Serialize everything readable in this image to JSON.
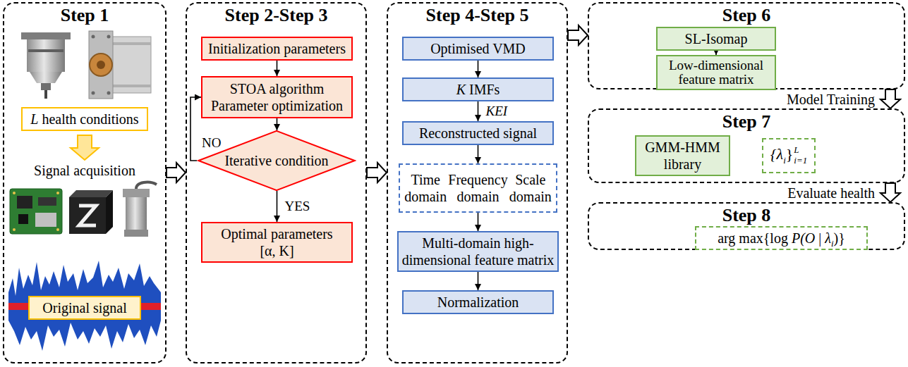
{
  "diagram": {
    "nodes": [
      {
        "text": [
          "Step 1"
        ]
      },
      {
        "text": [
          "L",
          "health conditions"
        ],
        "in": 0
      },
      {
        "text": [
          "Original signal"
        ],
        "in": 0
      },
      {
        "text": [
          "Step 2-Step 3"
        ]
      },
      {
        "text": [
          "Initialization parameters"
        ],
        "in": 3
      },
      {
        "text": [
          "STOA algorithm Parameter optimization"
        ],
        "in": 3
      },
      {
        "text": [
          "Iterative condition"
        ],
        "in": 3
      },
      {
        "text": [
          "Optimal parameters",
          "[α, K]"
        ],
        "in": 3
      },
      {
        "text": [
          "Step 4-Step 5"
        ]
      },
      {
        "text": [
          "Optimised VMD"
        ],
        "in": 8
      },
      {
        "text": [
          "K",
          "IMFs"
        ],
        "in": 8
      },
      {
        "text": [
          "Reconstructed signal"
        ],
        "in": 8
      },
      {
        "text": [
          "Time domain",
          "Frequency domain",
          "Scale domain"
        ],
        "in": 8
      },
      {
        "text": [
          "Multi-domain high-dimensional feature matrix"
        ],
        "in": 8
      },
      {
        "text": [
          "Normalization"
        ],
        "in": 8
      },
      {
        "text": [
          "Step 6"
        ]
      },
      {
        "text": [
          "SL-Isomap"
        ],
        "in": 15
      },
      {
        "text": [
          "Low-dimensional feature matrix"
        ],
        "in": 15
      },
      {
        "text": [
          "Step 7"
        ]
      },
      {
        "text": [
          "GMM-HMM library"
        ],
        "in": 18
      },
      {
        "text": [
          "{λ",
          "i",
          "}",
          "L",
          "i=1"
        ],
        "in": 18
      },
      {
        "text": [
          "Step 8"
        ]
      },
      {
        "text": [
          "arg max",
          "{log",
          "P(O",
          "|",
          "λ",
          "i",
          ")}"
        ],
        "in": 21
      }
    ],
    "edges": [
      {
        "from": 0,
        "to": 3,
        "arrow": "to"
      },
      {
        "from": 4,
        "to": 5,
        "arrow": "to"
      },
      {
        "from": 5,
        "to": 6,
        "arrow": "to"
      },
      {
        "from": 6,
        "to": 5,
        "label": "NO",
        "arrow": "to"
      },
      {
        "from": 6,
        "to": 7,
        "label": "YES",
        "arrow": "to"
      },
      {
        "from": 3,
        "to": 8,
        "arrow": "to"
      },
      {
        "from": 9,
        "to": 10,
        "arrow": "to"
      },
      {
        "from": 10,
        "to": 11,
        "label": "KEI",
        "arrow": "to"
      },
      {
        "from": 11,
        "to": 12,
        "arrow": "to"
      },
      {
        "from": 12,
        "to": 13,
        "arrow": "to"
      },
      {
        "from": 13,
        "to": 14,
        "arrow": "to"
      },
      {
        "from": 8,
        "to": 15,
        "arrow": "to"
      },
      {
        "from": 16,
        "to": 17,
        "arrow": "to"
      },
      {
        "from": 15,
        "to": 18,
        "label": "Model Training",
        "arrow": "to"
      },
      {
        "from": 18,
        "to": 21,
        "label": "Evaluate health",
        "arrow": "to"
      }
    ],
    "labels": [
      "Signal acquisition"
    ]
  }
}
